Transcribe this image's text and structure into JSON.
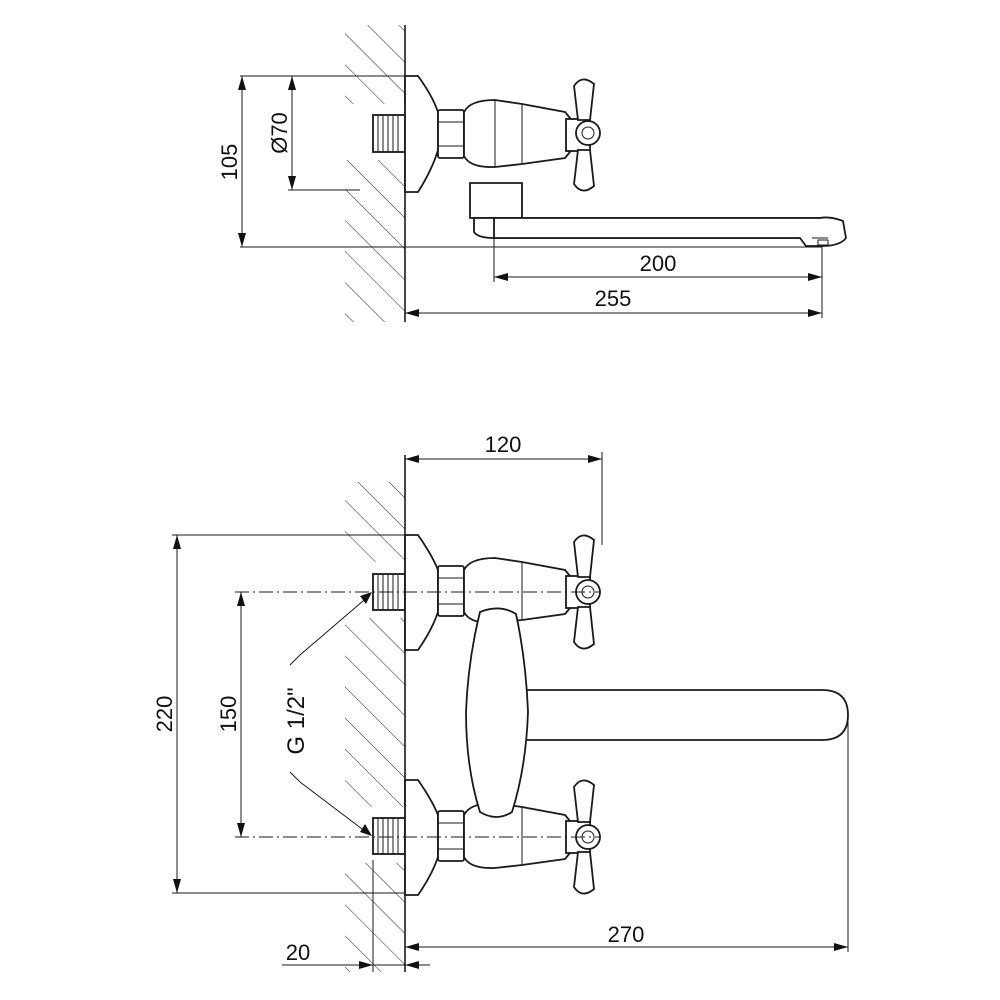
{
  "top_view": {
    "dims": {
      "height": "105",
      "flange_diameter": "Ø70",
      "spout_length": "200",
      "total_length": "255"
    }
  },
  "front_view": {
    "dims": {
      "depth": "120",
      "overall_height": "220",
      "inlet_spacing": "150",
      "thread": "G 1/2\"",
      "wall_gap": "20",
      "spout_reach": "270"
    }
  }
}
